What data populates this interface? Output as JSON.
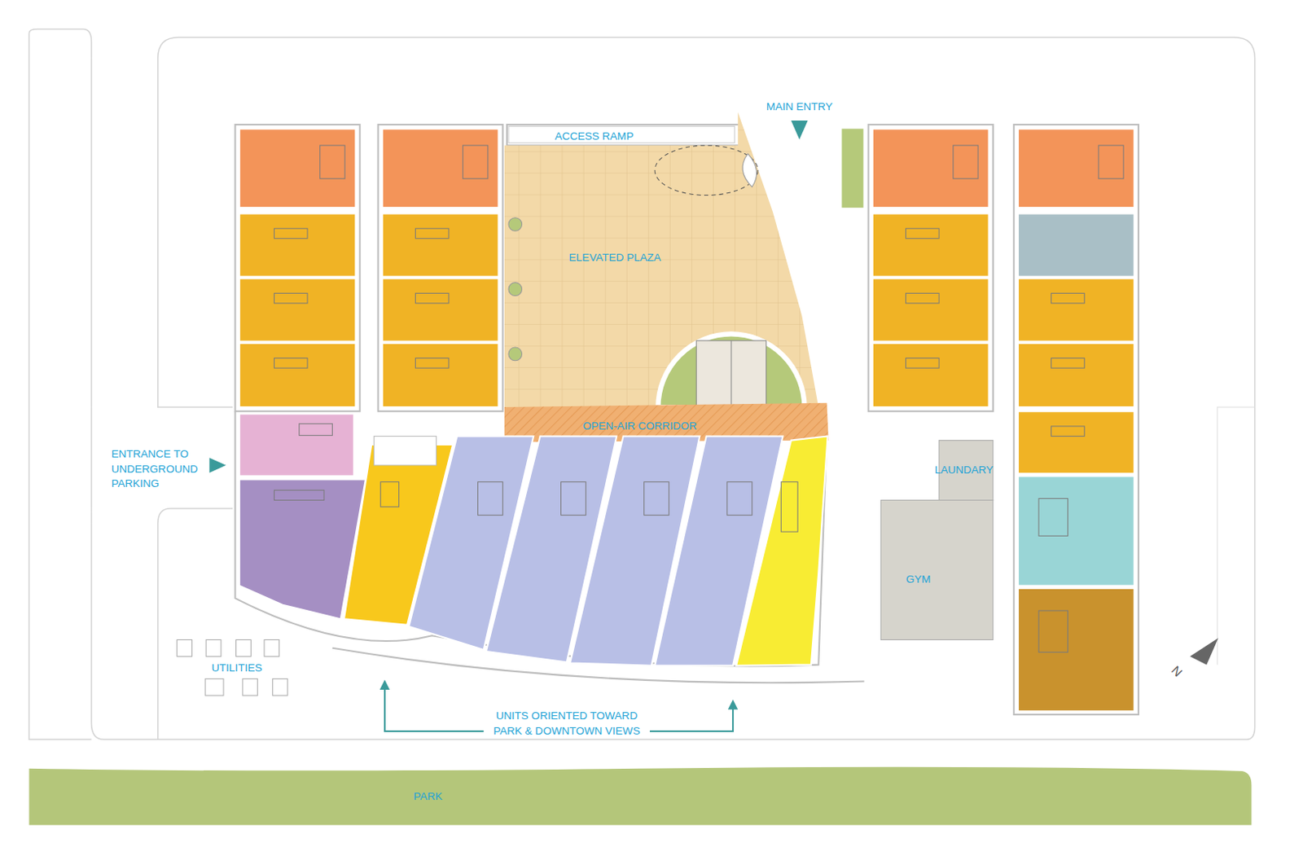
{
  "diagram": {
    "nodes": [
      {
        "text": [
          "ELEVATED PLAZA"
        ]
      },
      {
        "text": [
          "OPEN-AIR CORRIDOR"
        ]
      },
      {
        "text": [
          "GYM"
        ]
      },
      {
        "text": [
          "PARK"
        ]
      }
    ],
    "labels": [
      "MAIN ENTRY",
      "ACCESS RAMP",
      "ENTRANCE TO UNDERGROUND PARKING",
      "LAUNDARY",
      "UTILITIES",
      "UNITS ORIENTED TOWARD PARK & DOWNTOWN VIEWS",
      "N"
    ]
  }
}
